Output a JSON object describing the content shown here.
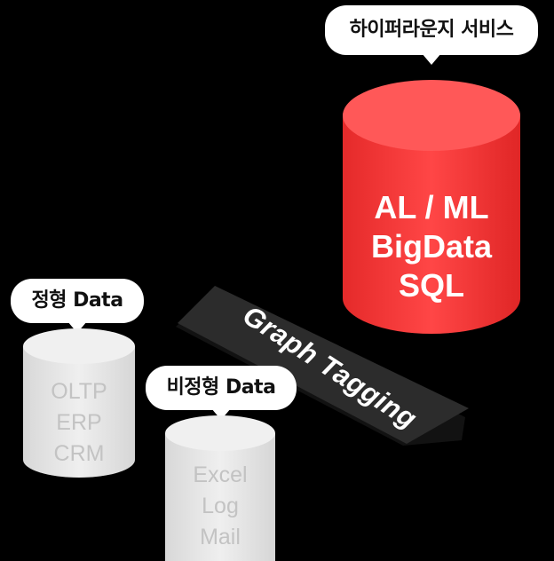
{
  "bubbles": {
    "service": "하이퍼라운지 서비스",
    "structured": "정형 Data",
    "unstructured": "비정형 Data"
  },
  "service_db": {
    "lines": [
      "AL / ML",
      "BigData",
      "SQL"
    ],
    "color": "#ee3333"
  },
  "structured_db": {
    "lines": [
      "OLTP",
      "ERP",
      "CRM"
    ],
    "color": "#e6e6e6"
  },
  "unstructured_db": {
    "lines": [
      "Excel",
      "Log",
      "Mail"
    ],
    "color": "#e6e6e6"
  },
  "band": {
    "label": "Graph Tagging",
    "color": "#2a2a2a"
  }
}
